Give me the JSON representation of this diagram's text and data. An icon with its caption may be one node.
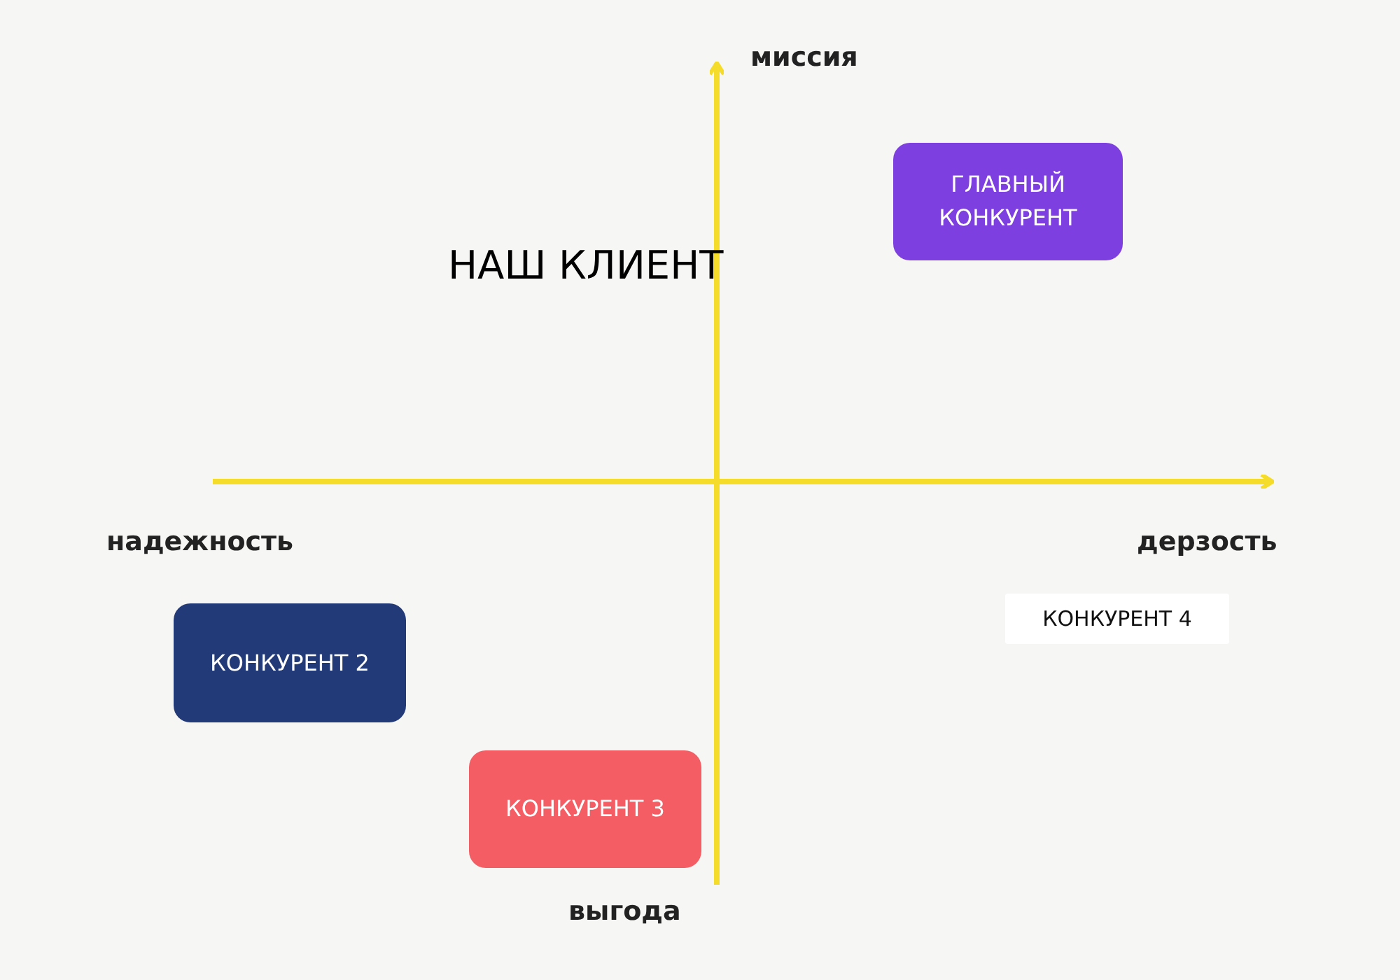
{
  "diagram": {
    "nodes": [
      {
        "text": [
          "ГЛАВНЫЙ КОНКУРЕНТ"
        ]
      },
      {
        "text": [
          "КОНКУРЕНТ 2"
        ]
      },
      {
        "text": [
          "КОНКУРЕНТ 3"
        ]
      },
      {
        "text": [
          "КОНКУРЕНТ 4"
        ]
      }
    ],
    "edges": [],
    "labels": [
      "миссия",
      "НАШ КЛИЕНТ",
      "надежность",
      "дерзость",
      "выгода"
    ]
  }
}
